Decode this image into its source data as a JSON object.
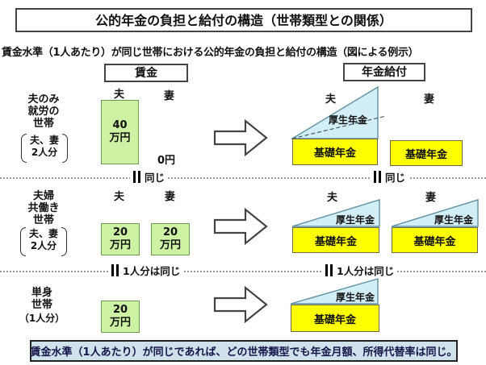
{
  "title": "公的年金の負担と給付の構造（世帯類型との関係）",
  "subtitle": "賃金水準（1人あたり）が同じ世帯における公的年金の負担と給付の構造（図による例示）",
  "headers": {
    "wage": "賃金",
    "pension": "年金給付"
  },
  "rows": [
    {
      "name_lines": [
        "夫のみ",
        "就労の",
        "世帯"
      ],
      "bracket_lines": [
        "夫、妻",
        "2人分"
      ],
      "cols": {
        "husband": "夫",
        "wife": "妻"
      },
      "wage": {
        "husband": [
          "40",
          "万円"
        ],
        "wife": "0円"
      },
      "pension": {
        "husband": {
          "kosei": "厚生年金",
          "kiso": "基礎年金"
        },
        "wife": {
          "kiso": "基礎年金"
        }
      }
    },
    {
      "name_lines": [
        "夫婦",
        "共働き",
        "世帯"
      ],
      "bracket_lines": [
        "夫、妻",
        "2人分"
      ],
      "cols": {
        "husband": "夫",
        "wife": "妻"
      },
      "wage": {
        "husband": [
          "20",
          "万円"
        ],
        "wife": [
          "20",
          "万円"
        ]
      },
      "pension": {
        "husband": {
          "kosei": "厚生年金",
          "kiso": "基礎年金"
        },
        "wife": {
          "kosei": "厚生年金",
          "kiso": "基礎年金"
        }
      }
    },
    {
      "name_lines": [
        "単身",
        "世帯"
      ],
      "paren": "（1人分）",
      "wage": {
        "single": [
          "20",
          "万円"
        ]
      },
      "pension": {
        "single": {
          "kosei": "厚生年金",
          "kiso": "基礎年金"
        }
      }
    }
  ],
  "dividers": [
    {
      "label": "同じ"
    },
    {
      "label": "1人分は同じ"
    }
  ],
  "note": "賃金水準（1人あたり）が同じであれば、どの世帯類型でも年金月額、所得代替率は同じ。",
  "colors": {
    "wage_box": "#cdf2a3",
    "basic_pension": "#ffff00",
    "kosei_pension": "#d2eff7",
    "note_bg": "#cfe1eb"
  }
}
